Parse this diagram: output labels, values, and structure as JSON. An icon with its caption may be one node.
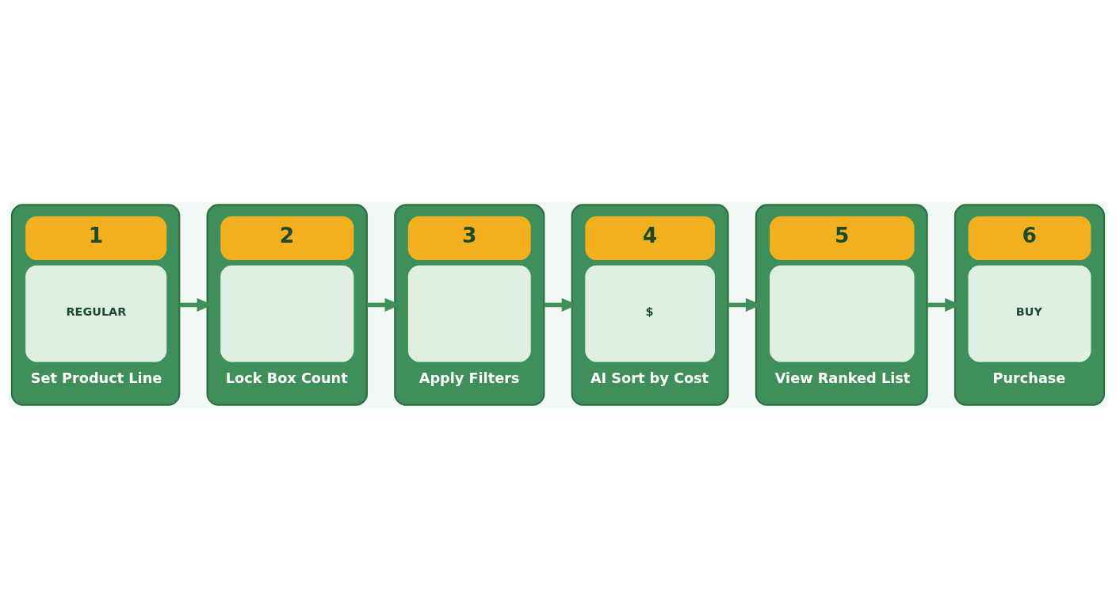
{
  "diagram": {
    "nodes": [
      {
        "text": [
          "1",
          "REGULAR",
          "Set Product Line"
        ]
      },
      {
        "text": [
          "2",
          "Lock Box Count"
        ]
      },
      {
        "text": [
          "3",
          "Apply Filters"
        ]
      },
      {
        "text": [
          "4",
          "$",
          "AI Sort by Cost"
        ]
      },
      {
        "text": [
          "5",
          "View Ranked List"
        ]
      },
      {
        "text": [
          "6",
          "BUY",
          "Purchase"
        ]
      }
    ],
    "edges": [
      {
        "from": 0,
        "to": 1,
        "arrow": "to"
      },
      {
        "from": 1,
        "to": 2,
        "arrow": "to"
      },
      {
        "from": 2,
        "to": 3,
        "arrow": "to"
      },
      {
        "from": 3,
        "to": 4,
        "arrow": "to"
      },
      {
        "from": 4,
        "to": 5,
        "arrow": "to"
      }
    ]
  }
}
